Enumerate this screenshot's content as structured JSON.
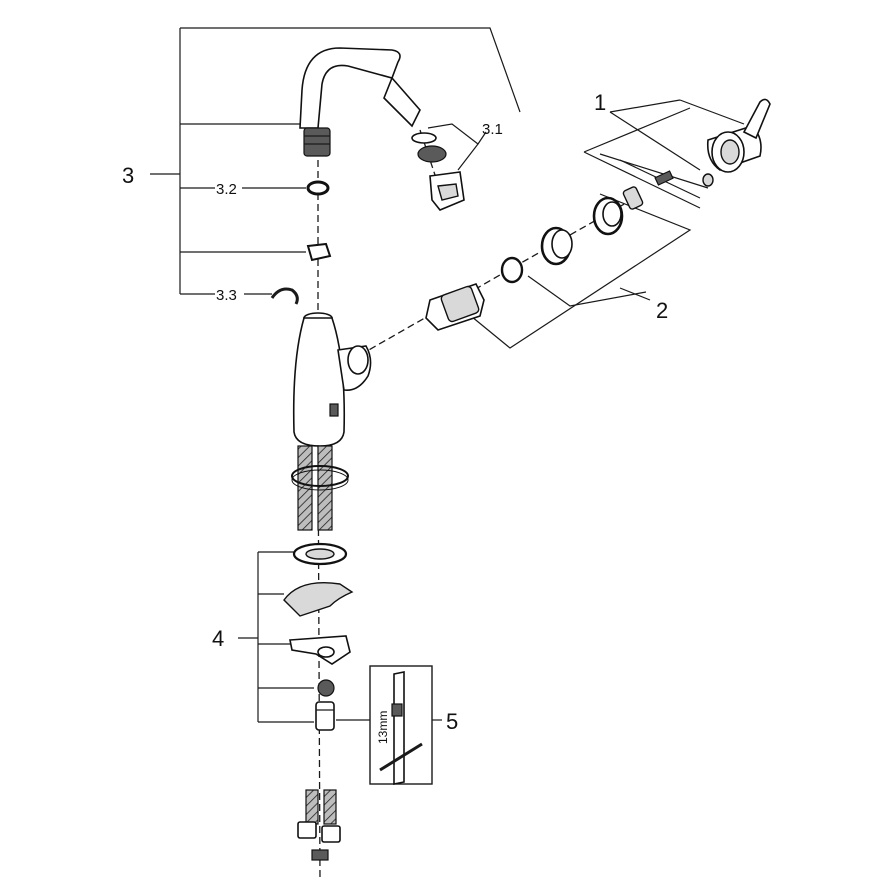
{
  "labels": {
    "p1": "1",
    "p2": "2",
    "p3": "3",
    "p31": "3.1",
    "p32": "3.2",
    "p33": "3.3",
    "p4": "4",
    "p5": "5",
    "wrench": "13mm"
  },
  "colors": {
    "line": "#111111",
    "shade": "#d9d9d9",
    "dark": "#5a5a5a"
  }
}
